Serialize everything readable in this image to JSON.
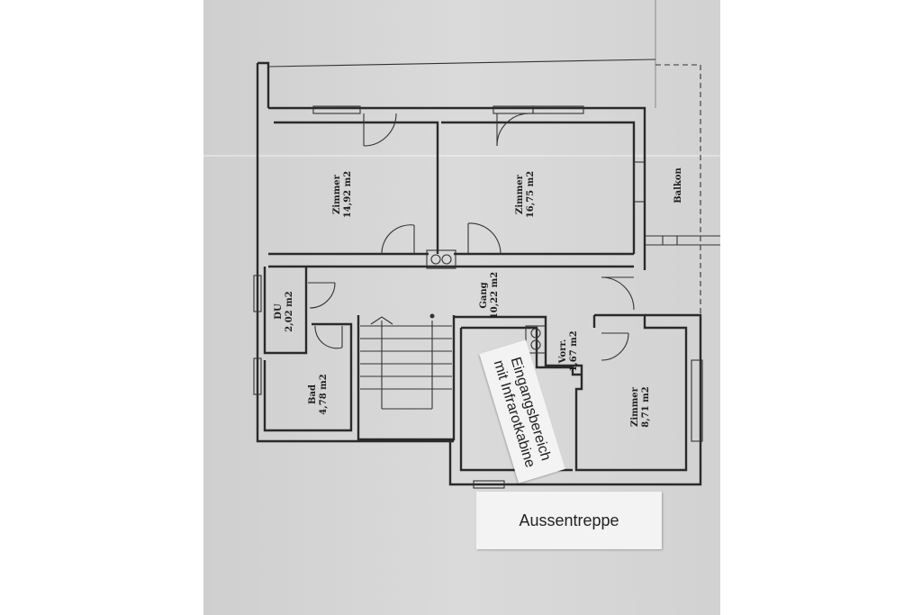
{
  "rooms": {
    "zimmer1": {
      "name": "Zimmer",
      "area": "14,92 m2"
    },
    "zimmer2": {
      "name": "Zimmer",
      "area": "16,75 m2"
    },
    "balkon": {
      "name": "Balkon"
    },
    "du": {
      "name": "DU",
      "area": "2,02 m2"
    },
    "gang": {
      "name": "Gang",
      "area": "10,22 m2"
    },
    "vorr": {
      "name": "Vorr.",
      "area": "1,67 m2"
    },
    "bad": {
      "name": "Bad",
      "area": "4,78 m2"
    },
    "zimmer3": {
      "name": "Zimmer",
      "area": "8,71 m2"
    }
  },
  "stickers": {
    "eingang_line1": "Eingangsbereich",
    "eingang_line2": "mit Infrarotkabine",
    "aussentreppe": "Aussentreppe"
  }
}
